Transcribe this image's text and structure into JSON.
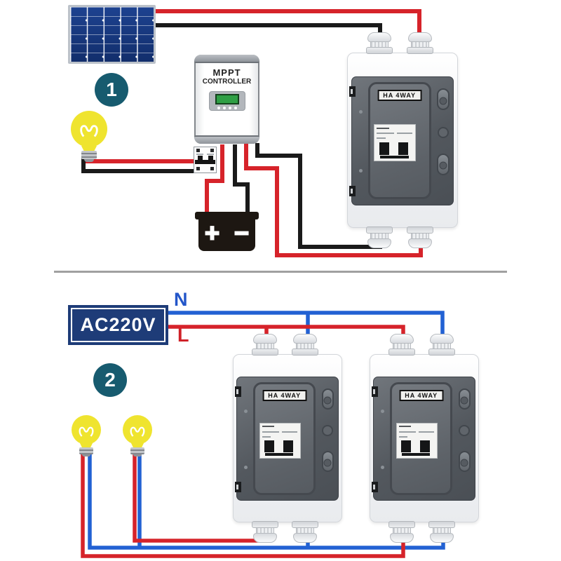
{
  "colors": {
    "wire_red": "#d6232a",
    "wire_black": "#1a1a1a",
    "wire_blue": "#2261d3",
    "badge_teal": "#175b6f",
    "solar_panel_blue": "#16367d",
    "bulb_yellow": "#efe42f",
    "ac_source_navy": "#1e3c78",
    "neutral_label_blue": "#2356c9",
    "line_label_red": "#cf2128"
  },
  "section1": {
    "badge": "1",
    "mppt_line1": "MPPT",
    "mppt_line2": "CONTROLLER",
    "battery_plus": "+",
    "battery_minus": "−",
    "box": {
      "label": "HA 4WAY"
    }
  },
  "section2": {
    "badge": "2",
    "source": "AC220V",
    "neutral": "N",
    "line": "L",
    "boxes": [
      {
        "label": "HA 4WAY"
      },
      {
        "label": "HA 4WAY"
      }
    ]
  }
}
